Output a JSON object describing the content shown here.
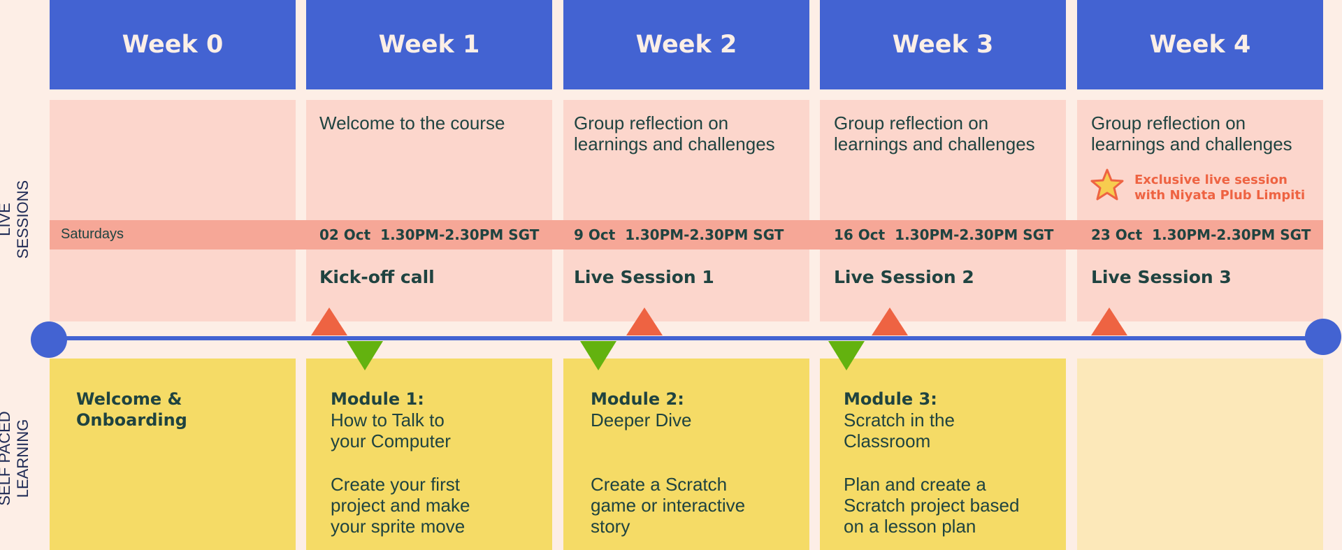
{
  "weeks": [
    "Week 0",
    "Week 1",
    "Week 2",
    "Week 3",
    "Week 4"
  ],
  "row_labels": {
    "live_line1": "LIVE",
    "live_line2": "SESSIONS",
    "self_line1": "SELF PACED",
    "self_line2": "LEARNING"
  },
  "live_sessions": {
    "schedule_label": "Saturdays",
    "sessions": [
      {
        "description": "Welcome to the course",
        "date": "02 Oct",
        "time": "1.30PM-2.30PM SGT",
        "title": "Kick-off call"
      },
      {
        "description": "Group reflection on learnings and challenges",
        "date": "9 Oct",
        "time": "1.30PM-2.30PM SGT",
        "title": "Live Session 1"
      },
      {
        "description": "Group reflection on learnings and challenges",
        "date": "16 Oct",
        "time": "1.30PM-2.30PM SGT",
        "title": "Live Session 2"
      },
      {
        "description": "Group reflection on learnings and challenges",
        "date": "23 Oct",
        "time": "1.30PM-2.30PM SGT",
        "title": "Live Session 3"
      }
    ],
    "exclusive_line1": "Exclusive live session",
    "exclusive_line2": "with Niyata Plub Limpiti"
  },
  "self_paced": {
    "onboarding_line1": "Welcome &",
    "onboarding_line2": "Onboarding",
    "modules": [
      {
        "title": "Module 1:",
        "subtitle_line1": "How to Talk to",
        "subtitle_line2": "your Computer",
        "desc_line1": "Create your first",
        "desc_line2": "project and make",
        "desc_line3": "your sprite move"
      },
      {
        "title": "Module 2:",
        "subtitle_line1": "Deeper Dive",
        "subtitle_line2": "",
        "desc_line1": "Create a Scratch",
        "desc_line2": "game or interactive",
        "desc_line3": "story"
      },
      {
        "title": "Module 3:",
        "subtitle_line1": "Scratch in the",
        "subtitle_line2": "Classroom",
        "desc_line1": "Plan and create a",
        "desc_line2": "Scratch project based",
        "desc_line3": "on a lesson plan"
      }
    ]
  },
  "colors": {
    "header_blue": "#4363D2",
    "live_panel": "#FCD6CC",
    "time_band": "#F6A797",
    "self_panel": "#F5DB66",
    "self_panel_empty": "#FCE8B9",
    "up_marker": "#EE6342",
    "down_marker": "#63B20F",
    "text_dark": "#1F4340"
  },
  "icons": [
    "star-icon",
    "live-session-marker-icon",
    "module-marker-icon",
    "timeline-endpoint-icon"
  ]
}
